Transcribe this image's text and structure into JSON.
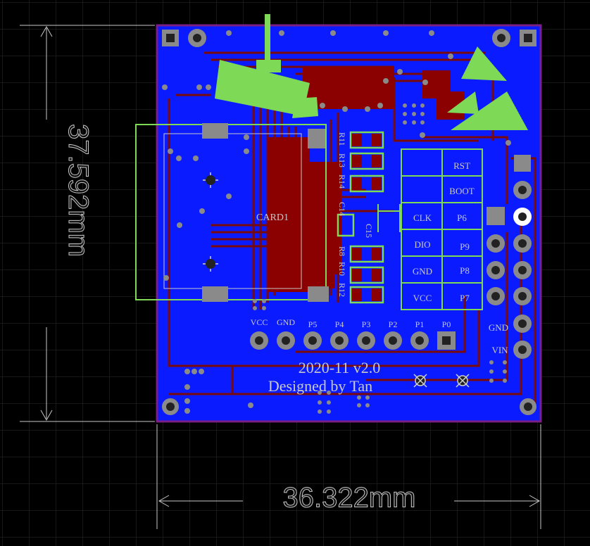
{
  "dimensions": {
    "height_label": "37.592mm",
    "width_label": "36.322mm"
  },
  "silkscreen": {
    "version": "2020-11 v2.0",
    "author": "Designed by Tan",
    "card": "CARD1",
    "resistors_top": [
      "R11",
      "R13",
      "R14"
    ],
    "resistors_bottom": [
      "R8",
      "R10",
      "R12"
    ],
    "caps": [
      "C14",
      "C15"
    ],
    "pins_bottom": [
      "VCC",
      "GND",
      "P5",
      "P4",
      "P3",
      "P2",
      "P1",
      "P0"
    ],
    "pins_right": [
      "GND",
      "VIN"
    ],
    "header_left_col": [
      "CLK",
      "DIO",
      "GND",
      "VCC"
    ],
    "header_right_col": [
      "RST",
      "BOOT",
      "P6",
      "P9",
      "P8",
      "P7"
    ]
  },
  "colors": {
    "board": "#0a1cff",
    "copper_top": "#8b0000",
    "silk": "#c8c8c8",
    "highlight": "#7ed957",
    "outline": "#7a1f86",
    "grid": "#2e2e2e",
    "pad": "#8a8a8a"
  }
}
